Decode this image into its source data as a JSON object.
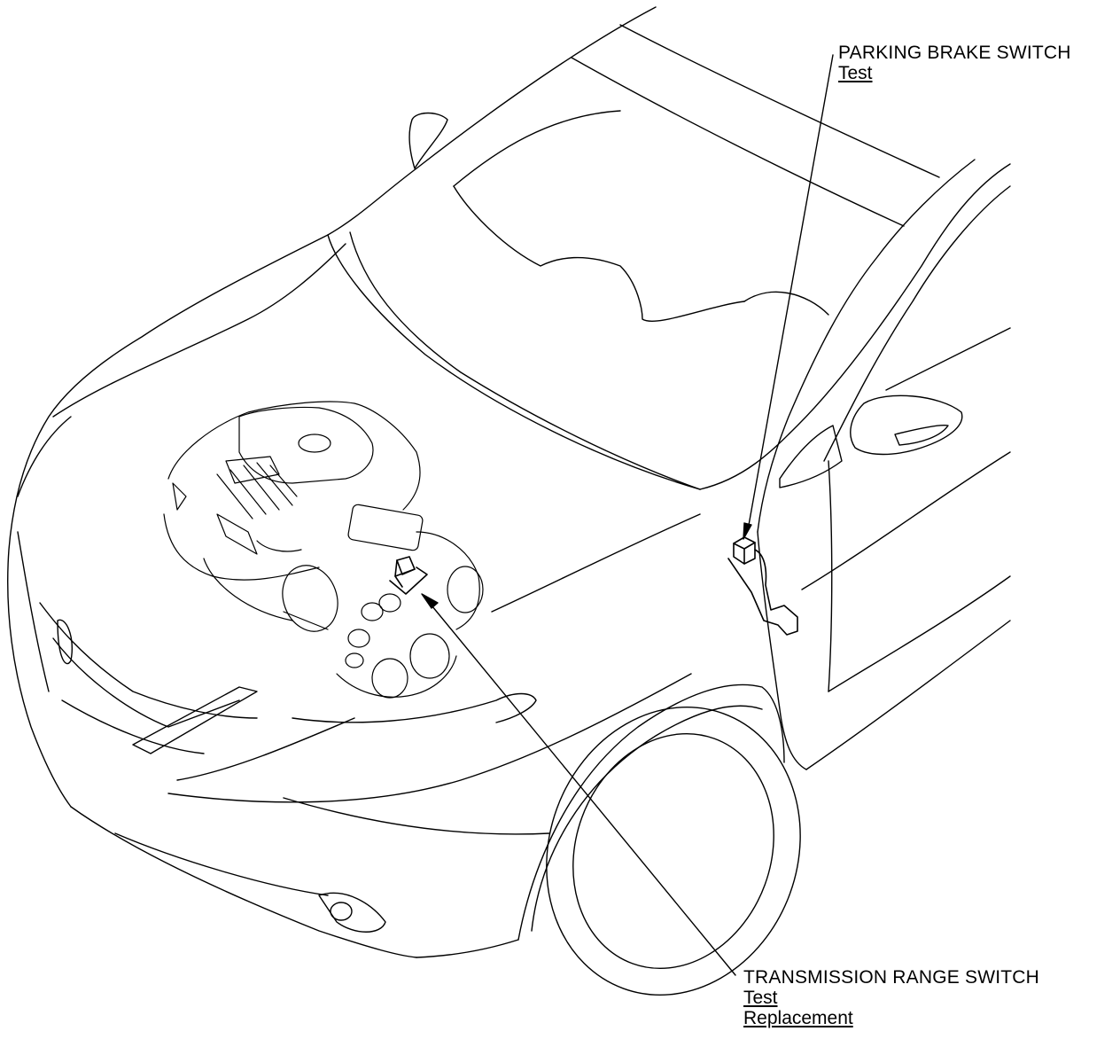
{
  "callouts": {
    "parking_brake_switch": {
      "title": "PARKING BRAKE SWITCH",
      "links": [
        "Test"
      ]
    },
    "transmission_range_switch": {
      "title": "TRANSMISSION RANGE SWITCH",
      "links": [
        "Test",
        "Replacement"
      ]
    }
  },
  "colors": {
    "line": "#000000",
    "background": "#ffffff"
  }
}
